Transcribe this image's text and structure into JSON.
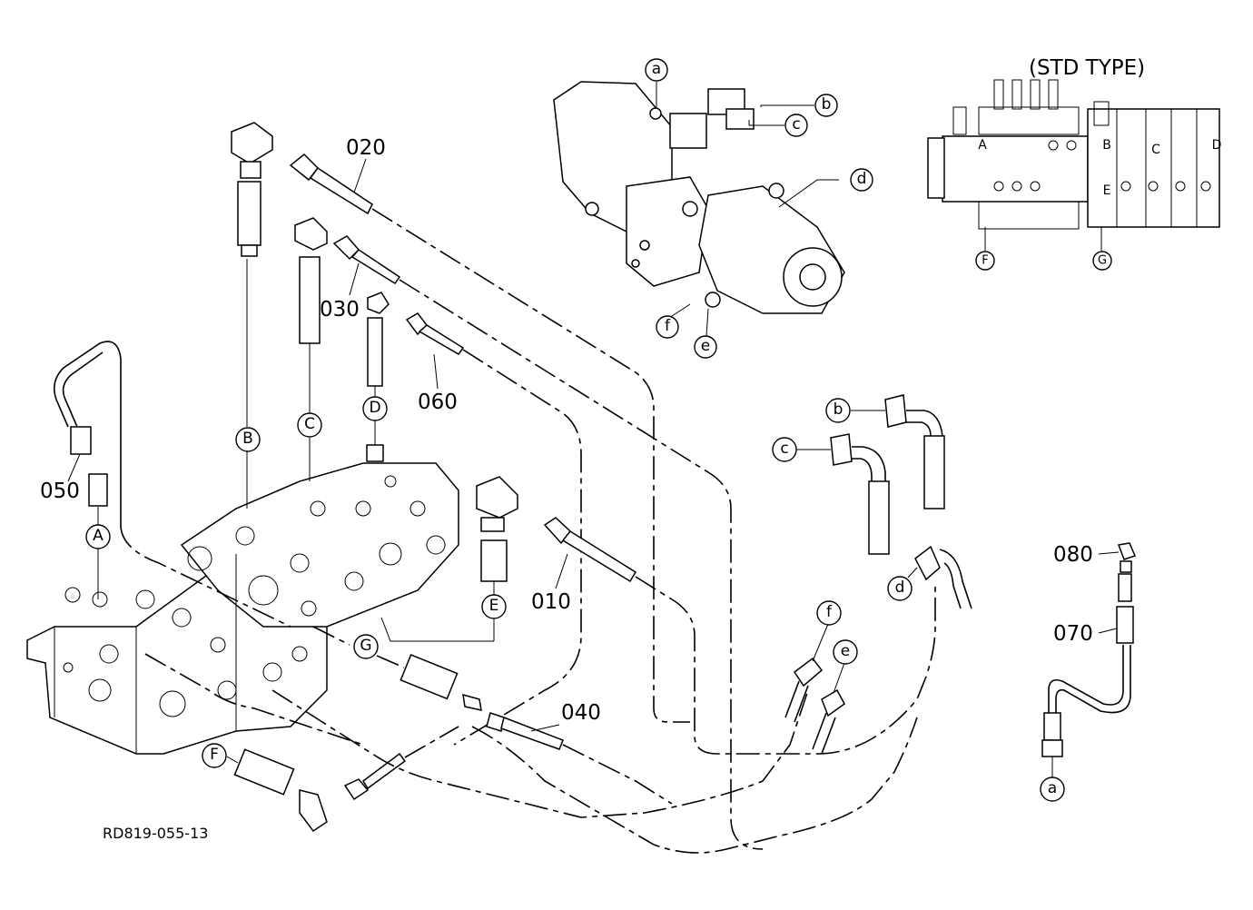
{
  "title": "(STD TYPE)",
  "drawing_code": "RD819-055-13",
  "part_numbers": {
    "p010": "010",
    "p020": "020",
    "p030": "030",
    "p040": "040",
    "p050": "050",
    "p060": "060",
    "p070": "070",
    "p080": "080"
  },
  "letters": {
    "A": "A",
    "B": "B",
    "C": "C",
    "D": "D",
    "E": "E",
    "F": "F",
    "G": "G",
    "a": "a",
    "b": "b",
    "c": "c",
    "d": "d",
    "e": "e",
    "f": "f"
  }
}
